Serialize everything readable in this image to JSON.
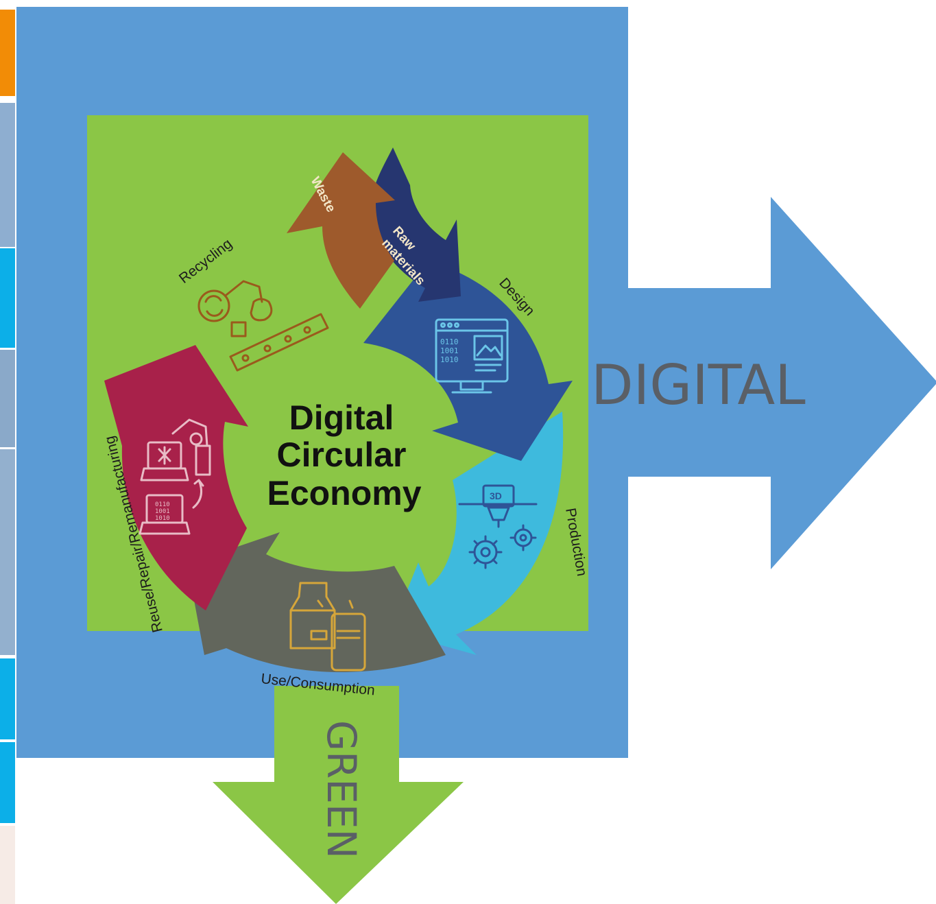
{
  "diagram": {
    "title_lines": [
      "Digital",
      "Circular",
      "Economy"
    ],
    "stages": {
      "waste": "Waste",
      "raw_materials_line1": "Raw",
      "raw_materials_line2": "materials",
      "design": "Design",
      "production": "Production",
      "use": "Use/Consumption",
      "reuse": "Reuse/Repair/Remanufacturing",
      "recycling": "Recycling"
    },
    "icons": {
      "design_code": [
        "0110",
        "1001",
        "1010"
      ],
      "production_tag": "3D",
      "reuse_code": [
        "0110",
        "1001",
        "1010"
      ]
    },
    "axis_labels": {
      "digital": "DIGITAL",
      "green": "GREEN"
    }
  },
  "colors": {
    "blue_panel": "#5b9bd5",
    "green_panel": "#8bc646",
    "waste": "#9e5a2c",
    "raw_materials": "#263670",
    "design": "#2e5497",
    "production": "#3ebadd",
    "use": "#62665c",
    "reuse": "#a8214a",
    "recycling_icon": "#9a5a1c"
  }
}
